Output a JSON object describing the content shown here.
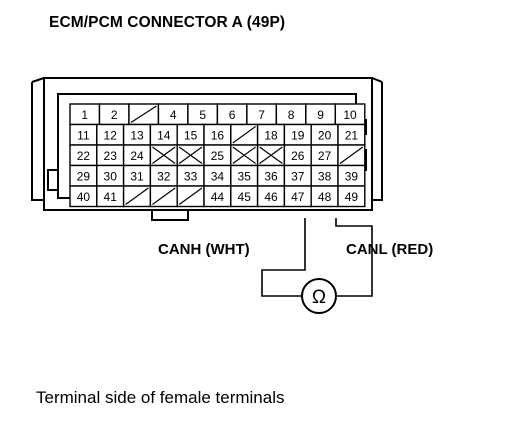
{
  "title": "ECM/PCM CONNECTOR A (49P)",
  "caption": "Terminal side of female terminals",
  "connector": {
    "rows": [
      {
        "pins": [
          "1",
          "2",
          "",
          "4",
          "5",
          "6",
          "7",
          "8",
          "9",
          "10"
        ],
        "offset": 0
      },
      {
        "pins": [
          "11",
          "12",
          "13",
          "14",
          "15",
          "16",
          "",
          "18",
          "19",
          "20",
          "21"
        ],
        "offset": 0
      },
      {
        "pins": [
          "22",
          "23",
          "24",
          "",
          "",
          "25",
          "",
          "",
          "26",
          "27",
          ""
        ],
        "offset": 0
      },
      {
        "pins": [
          "29",
          "30",
          "31",
          "32",
          "33",
          "34",
          "35",
          "36",
          "37",
          "38",
          "39"
        ],
        "offset": 0
      },
      {
        "pins": [
          "40",
          "41",
          "",
          "",
          "",
          "44",
          "45",
          "46",
          "47",
          "48",
          "49"
        ],
        "offset": 0
      }
    ],
    "empty_cells": [
      {
        "row": 0,
        "col": 2,
        "mark": "slash"
      },
      {
        "row": 1,
        "col": 6,
        "mark": "slash"
      },
      {
        "row": 2,
        "col": 3,
        "mark": "x"
      },
      {
        "row": 2,
        "col": 4,
        "mark": "x"
      },
      {
        "row": 2,
        "col": 6,
        "mark": "x"
      },
      {
        "row": 2,
        "col": 7,
        "mark": "x"
      },
      {
        "row": 2,
        "col": 10,
        "mark": "slash"
      },
      {
        "row": 4,
        "col": 2,
        "mark": "slash"
      },
      {
        "row": 4,
        "col": 3,
        "mark": "slash"
      },
      {
        "row": 4,
        "col": 4,
        "mark": "slash"
      }
    ]
  },
  "wires": [
    {
      "label": "CANH (WHT)",
      "from_pin": "48"
    },
    {
      "label": "CANL (RED)",
      "from_pin": "49"
    }
  ],
  "meter": {
    "symbol": "Ω"
  }
}
